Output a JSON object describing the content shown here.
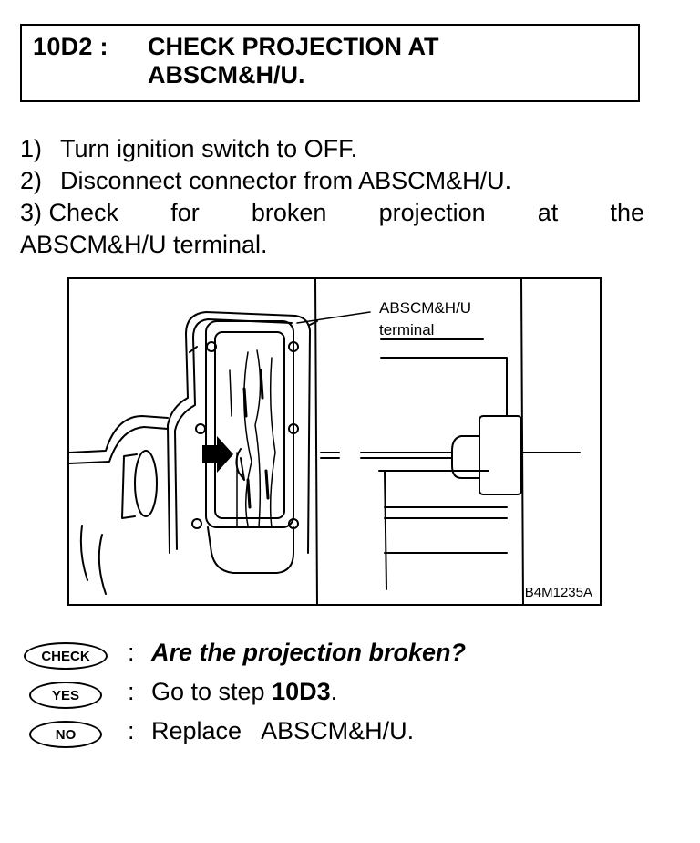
{
  "header": {
    "step_number": "10D2 :",
    "title_line1": "CHECK PROJECTION AT",
    "title_line2": "ABSCM&H/U."
  },
  "steps": [
    {
      "num": "1)",
      "text": "Turn ignition switch to OFF."
    },
    {
      "num": "2)",
      "text": "Disconnect connector from ABSCM&H/U."
    },
    {
      "num": "3)",
      "words": [
        "Check",
        "for",
        "broken",
        "projection",
        "at",
        "the"
      ],
      "continuation": "ABSCM&H/U terminal."
    }
  ],
  "figure": {
    "callout_line1": "ABSCM&H/U",
    "callout_line2": "terminal",
    "code": "B4M1235A"
  },
  "check": {
    "badge": "CHECK",
    "colon": ":",
    "question": "Are the projection broken?"
  },
  "yes": {
    "badge": "YES",
    "colon": ":",
    "prefix": "Go to step ",
    "step": "10D3",
    "suffix": "."
  },
  "no": {
    "badge": "NO",
    "colon": ":",
    "text": "Replace   ABSCM&H/U."
  }
}
